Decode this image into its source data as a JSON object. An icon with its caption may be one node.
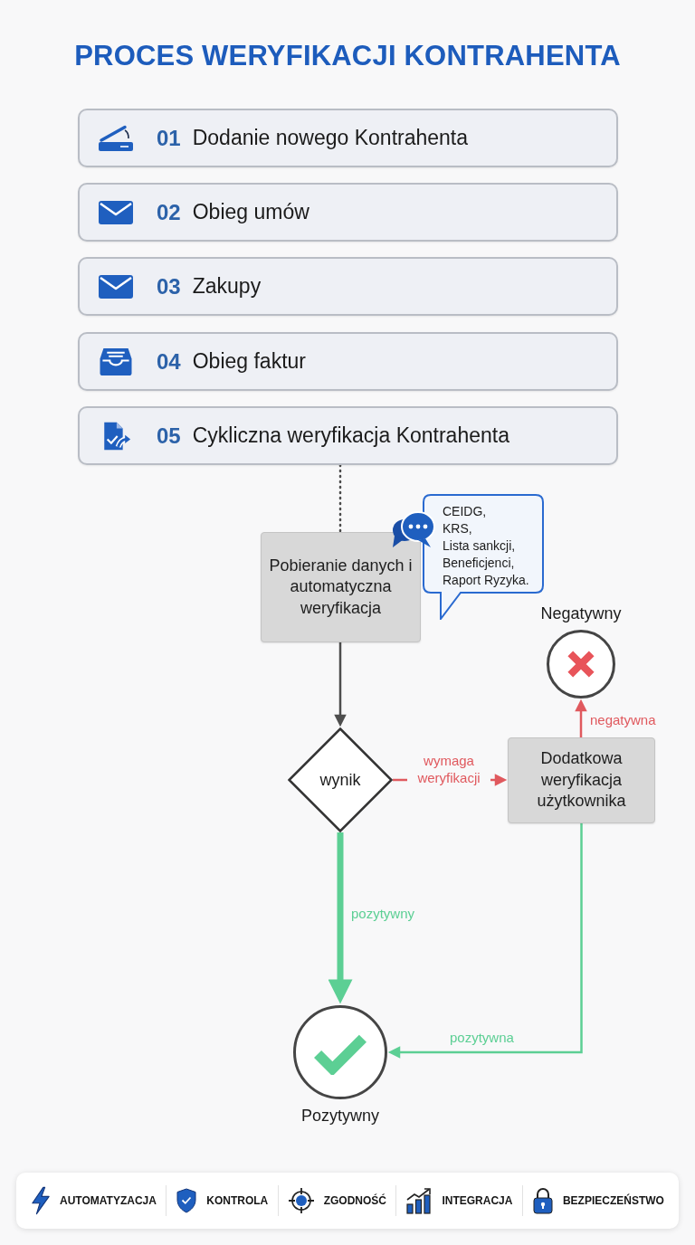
{
  "diagram": {
    "title": "PROCES WERYFIKACJI KONTRAHENTA",
    "nodes": [
      {
        "text": [
          "01",
          "Dodanie nowego Kontrahenta"
        ]
      },
      {
        "text": [
          "02",
          "Obieg umów"
        ]
      },
      {
        "text": [
          "03",
          "Zakupy"
        ]
      },
      {
        "text": [
          "04",
          "Obieg faktur"
        ]
      },
      {
        "text": [
          "05",
          "Cykliczna weryfikacja Kontrahenta"
        ]
      },
      {
        "text": [
          "Pobieranie danych i automatyczna weryfikacja"
        ]
      },
      {
        "text": [
          "CEIDG,",
          "KRS,",
          "Lista sankcji,",
          "Beneficjenci,",
          "Raport Ryzyka."
        ]
      },
      {
        "text": [],
        "shape": "circle",
        "beside": [
          "Negatywny"
        ]
      },
      {
        "text": [
          "wynik"
        ]
      },
      {
        "text": [
          "Dodatkowa weryfikacja użytkownika"
        ]
      },
      {
        "text": [],
        "shape": "circle",
        "beside": [
          "Pozytywny"
        ]
      }
    ],
    "edges": [
      {
        "from": 4,
        "to": 5,
        "arrow": "none",
        "style": "dashed"
      },
      {
        "from": 5,
        "to": 8,
        "arrow": "to"
      },
      {
        "from": 8,
        "to": 9,
        "arrow": "to",
        "label": "wymaga weryfikacji",
        "color": "#e0595e"
      },
      {
        "from": 9,
        "to": 7,
        "arrow": "to",
        "label": "negatywna",
        "color": "#e0595e"
      },
      {
        "from": 8,
        "to": 10,
        "arrow": "to",
        "label": "pozytywny",
        "style": "thick",
        "color": "#5ccf94"
      },
      {
        "from": 9,
        "to": 10,
        "arrow": "to",
        "label": "pozytywna",
        "color": "#5ccf94"
      }
    ],
    "labels": [
      "AUTOMATYZACJA",
      "KONTROLA",
      "ZGODNOŚĆ",
      "INTEGRACJA",
      "BEZPIECZEŃSTWO"
    ]
  }
}
